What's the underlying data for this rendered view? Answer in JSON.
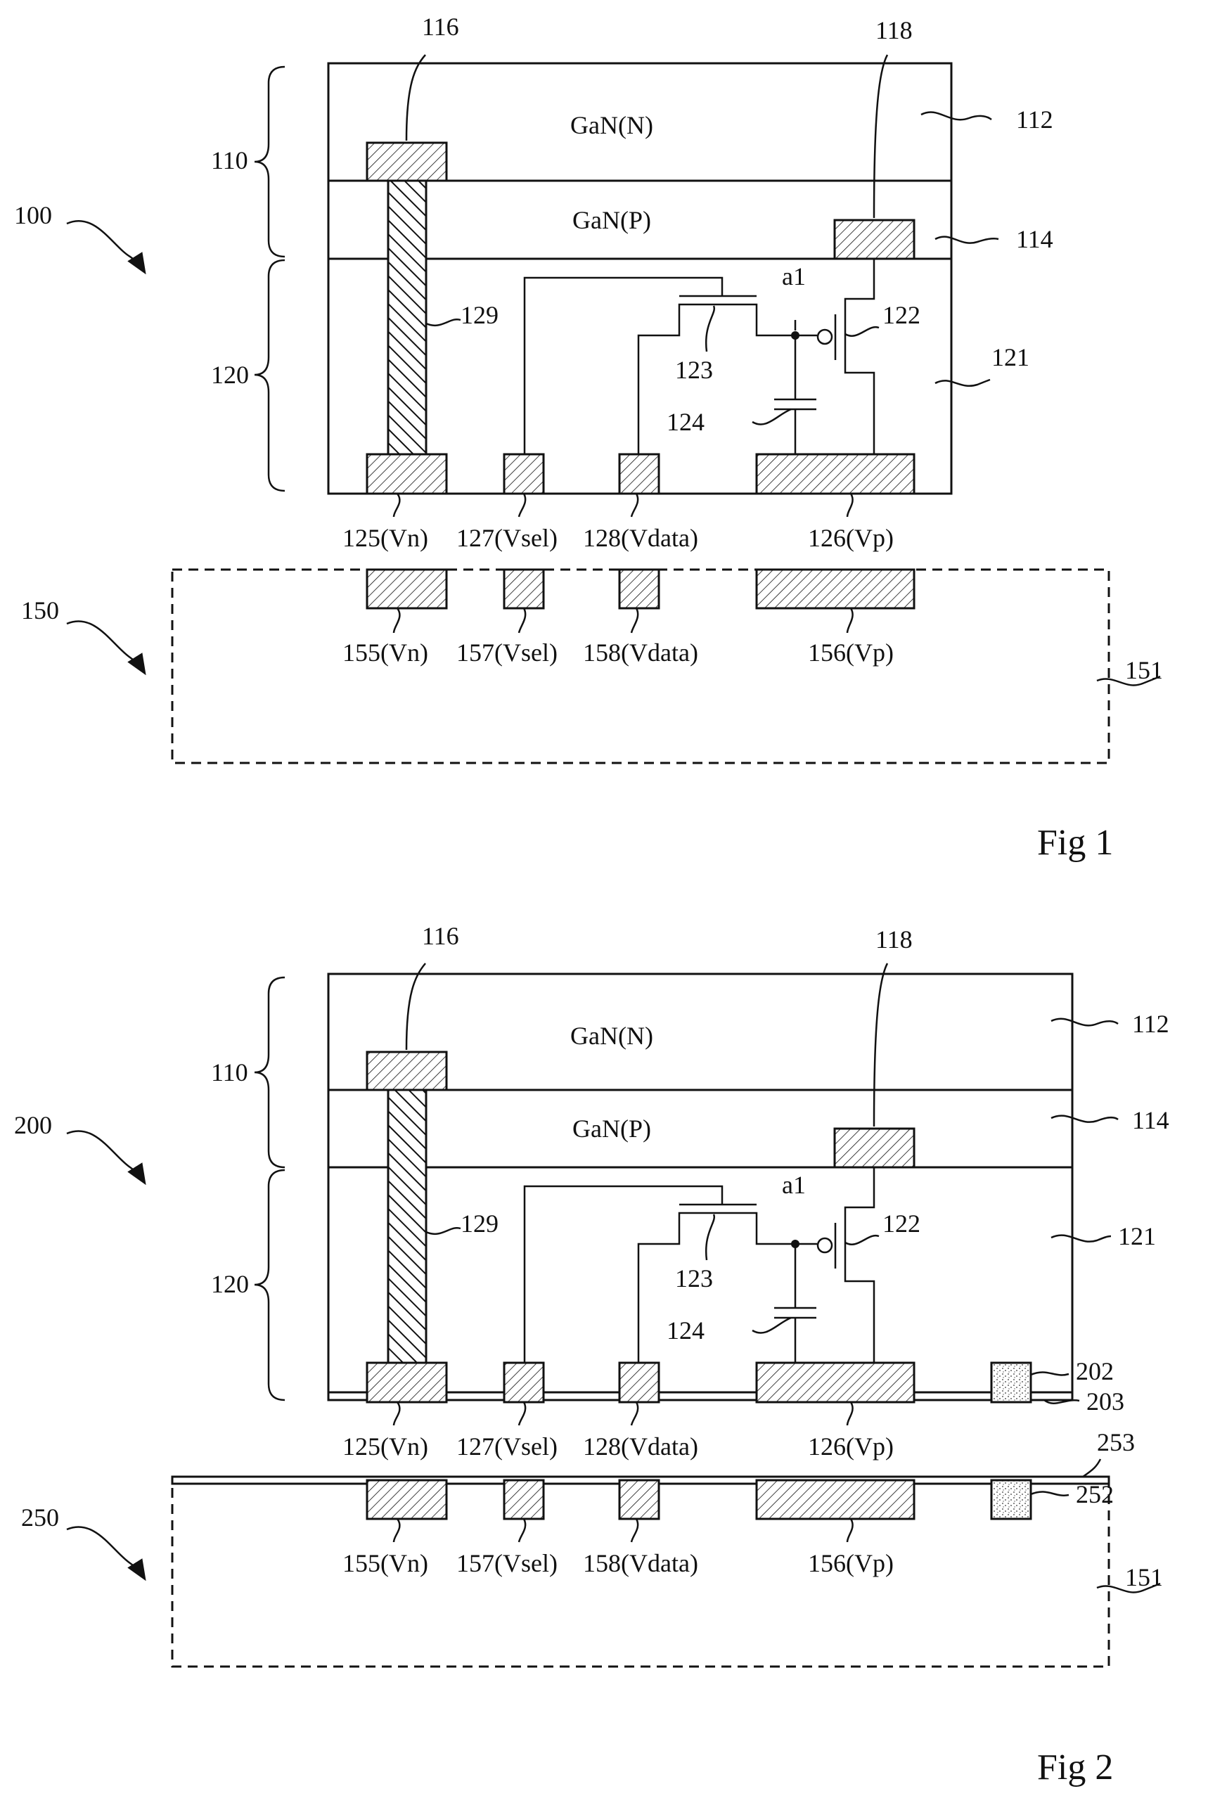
{
  "figures": [
    {
      "caption": "Fig 1",
      "device_ref": "100",
      "substrate_ref": "150",
      "labels": {
        "upper_group": "110",
        "lower_group": "120",
        "layer_n": "GaN(N)",
        "layer_p": "GaN(P)",
        "ref_112": "112",
        "ref_114": "114",
        "ref_121": "121",
        "ref_116": "116",
        "ref_118": "118",
        "ref_129": "129",
        "ref_122": "122",
        "ref_123": "123",
        "ref_124": "124",
        "node_a1": "a1",
        "pad_125": "125(Vn)",
        "pad_127": "127(Vsel)",
        "pad_128": "128(Vdata)",
        "pad_126": "126(Vp)",
        "pad_155": "155(Vn)",
        "pad_157": "157(Vsel)",
        "pad_158": "158(Vdata)",
        "pad_156": "156(Vp)",
        "ref_151": "151"
      }
    },
    {
      "caption": "Fig 2",
      "device_ref": "200",
      "substrate_ref": "250",
      "labels": {
        "upper_group": "110",
        "lower_group": "120",
        "layer_n": "GaN(N)",
        "layer_p": "GaN(P)",
        "ref_112": "112",
        "ref_114": "114",
        "ref_121": "121",
        "ref_116": "116",
        "ref_118": "118",
        "ref_129": "129",
        "ref_122": "122",
        "ref_123": "123",
        "ref_124": "124",
        "node_a1": "a1",
        "pad_125": "125(Vn)",
        "pad_127": "127(Vsel)",
        "pad_128": "128(Vdata)",
        "pad_126": "126(Vp)",
        "pad_155": "155(Vn)",
        "pad_157": "157(Vsel)",
        "pad_158": "158(Vdata)",
        "pad_156": "156(Vp)",
        "ref_151": "151",
        "ref_202": "202",
        "ref_203": "203",
        "ref_252": "252",
        "ref_253": "253"
      }
    }
  ]
}
